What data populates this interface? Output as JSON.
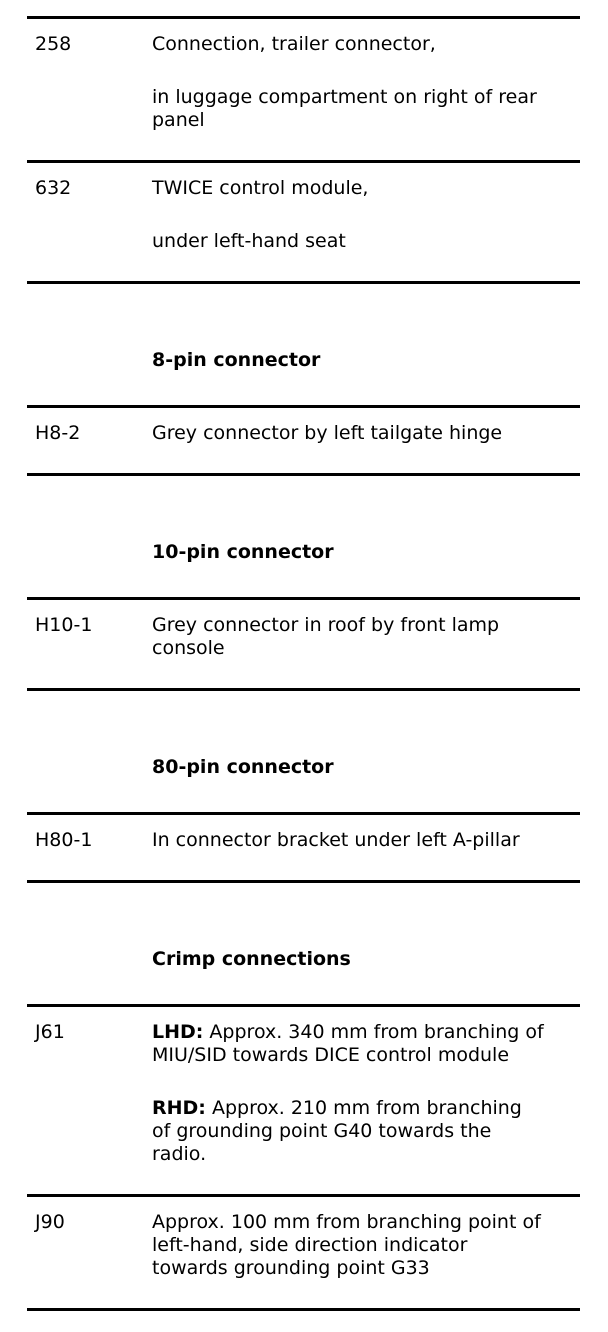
{
  "page": {
    "background_color": "#ffffff",
    "text_color": "#000000",
    "rule_color": "#000000"
  },
  "table": {
    "sections": [
      {
        "header": "",
        "rows": [
          {
            "code": "258",
            "paragraphs": [
              {
                "bold": "",
                "text": "Connection, trailer connector,"
              },
              {
                "bold": "",
                "text": "in luggage compartment on right of rear\npanel"
              }
            ]
          },
          {
            "code": "632",
            "paragraphs": [
              {
                "bold": "",
                "text": "TWICE control module,"
              },
              {
                "bold": "",
                "text": "under left-hand seat"
              }
            ]
          }
        ]
      },
      {
        "header": "8-pin connector",
        "rows": [
          {
            "code": "H8-2",
            "paragraphs": [
              {
                "bold": "",
                "text": "Grey connector by left tailgate hinge"
              }
            ]
          }
        ]
      },
      {
        "header": "10-pin connector",
        "rows": [
          {
            "code": "H10-1",
            "paragraphs": [
              {
                "bold": "",
                "text": "Grey connector in roof by front lamp\nconsole"
              }
            ]
          }
        ]
      },
      {
        "header": "80-pin connector",
        "rows": [
          {
            "code": "H80-1",
            "paragraphs": [
              {
                "bold": "",
                "text": "In connector bracket under left A-pillar"
              }
            ]
          }
        ]
      },
      {
        "header": "Crimp connections",
        "rows": [
          {
            "code": "J61",
            "paragraphs": [
              {
                "bold": "LHD:",
                "text": " Approx. 340 mm from branching of\nMIU/SID towards DICE control module"
              },
              {
                "bold": "RHD:",
                "text": " Approx. 210 mm from branching\nof grounding point G40 towards the\nradio."
              }
            ]
          },
          {
            "code": "J90",
            "paragraphs": [
              {
                "bold": "",
                "text": "Approx. 100 mm from branching point of\nleft-hand, side direction indicator\ntowards grounding point G33"
              }
            ]
          }
        ]
      }
    ]
  }
}
